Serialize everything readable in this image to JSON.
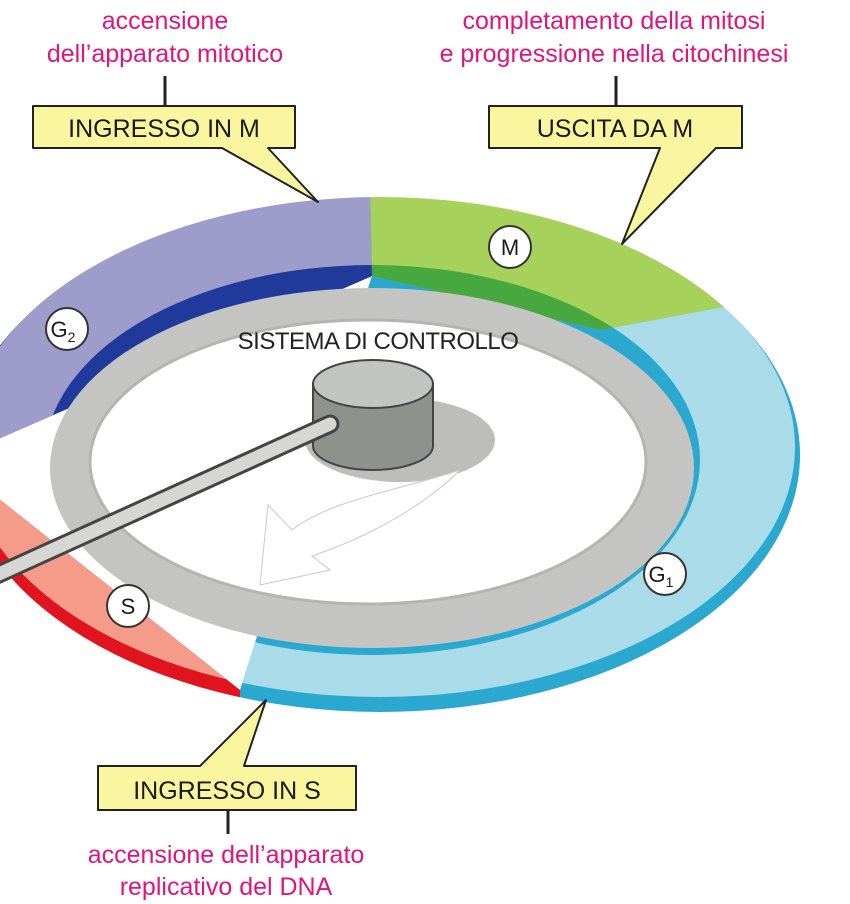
{
  "controller": {
    "title": "SISTEMA DI CONTROLLO"
  },
  "phases": {
    "m": {
      "label": "M"
    },
    "g1": {
      "label": "G",
      "sub": "1"
    },
    "s": {
      "label": "S"
    },
    "g2": {
      "label": "G",
      "sub": "2"
    }
  },
  "checkpoints": {
    "entry_m": {
      "box": "INGRESSO IN M",
      "note_line1": "accensione",
      "note_line2": "dell’apparato mitotico"
    },
    "exit_m": {
      "box": "USCITA DA M",
      "note_line1": "completamento della mitosi",
      "note_line2": "e progressione nella citochinesi"
    },
    "entry_s": {
      "box": "INGRESSO IN S",
      "note_line1": "accensione dell’apparato",
      "note_line2": "replicativo del DNA"
    }
  },
  "colors": {
    "m": "#a6d15a",
    "m_edge": "#46a83e",
    "g1": "#a9dbe8",
    "g1_edge": "#2aa8d0",
    "s": "#f49b8a",
    "s_edge": "#e0141e",
    "g2": "#9d9ccb",
    "g2_edge": "#1f3a9a",
    "callout": "#faf6a0",
    "note": "#e0147a",
    "platform": "#c4c5c2",
    "knob": "#b8bab6"
  }
}
